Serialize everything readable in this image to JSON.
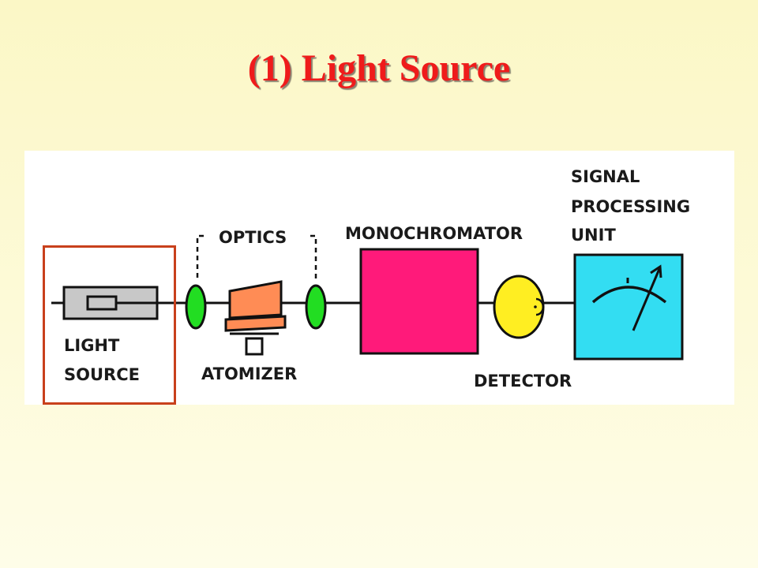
{
  "slide": {
    "title": "(1) Light Source"
  },
  "diagram": {
    "labels": {
      "light_source_line1": "LIGHT",
      "light_source_line2": "SOURCE",
      "optics": "OPTICS",
      "atomizer": "ATOMIZER",
      "monochromator": "MONOCHROMATOR",
      "detector": "DETECTOR",
      "signal_line1": "SIGNAL",
      "signal_line2": "PROCESSING",
      "signal_line3": "UNIT"
    },
    "highlighted_component": "light-source",
    "colors": {
      "title": "#ef1b1b",
      "highlight_border": "#c8401c",
      "lamp": "#c8c8c8",
      "lens": "#22dd22",
      "atomizer": "#ff8c55",
      "monochromator": "#ff1a7a",
      "detector": "#ffee22",
      "signal_unit": "#33ddf2"
    }
  }
}
